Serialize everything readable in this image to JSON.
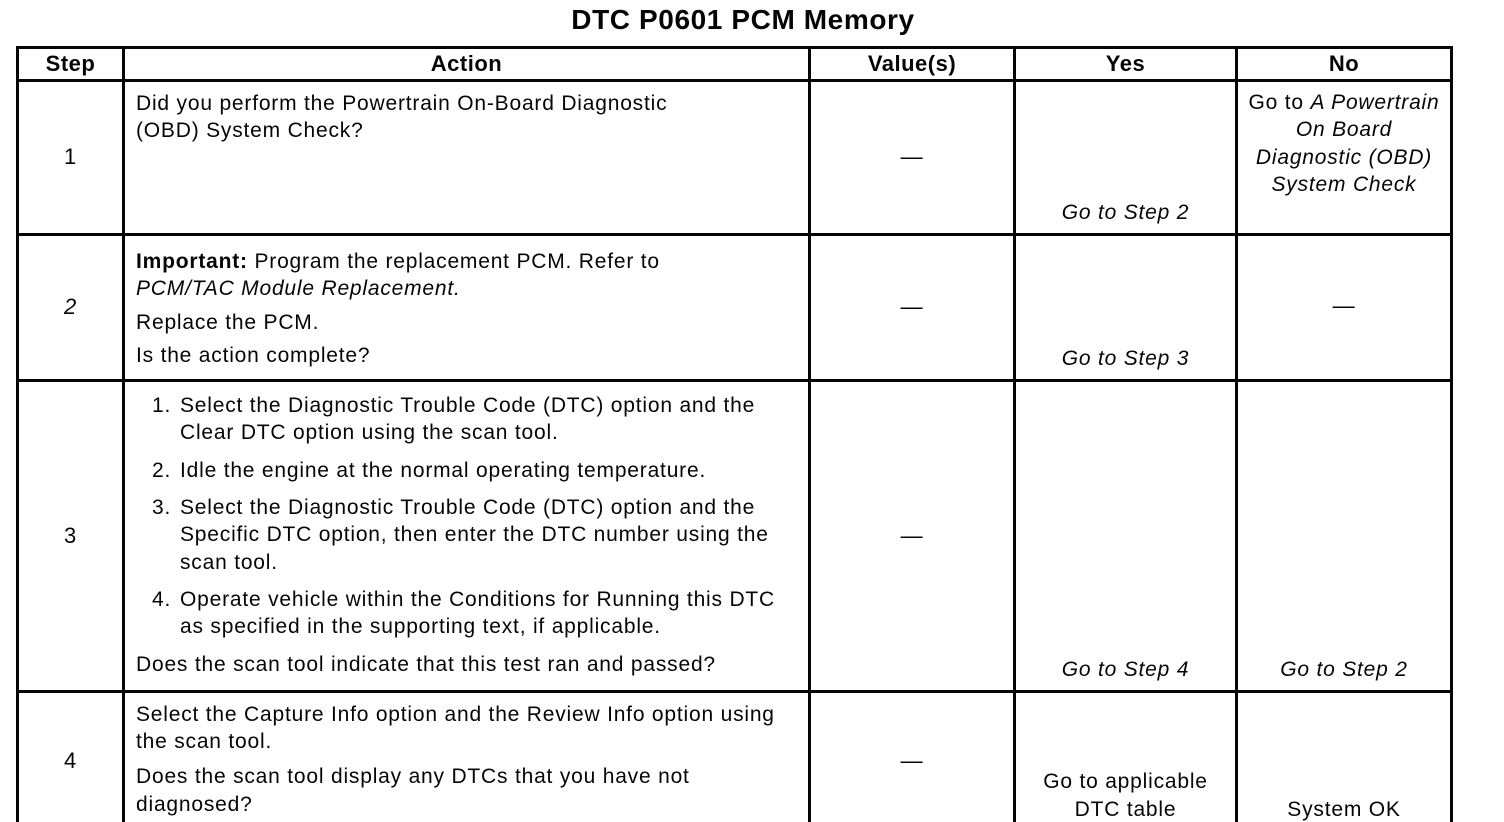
{
  "page_title": "DTC P0601 PCM Memory",
  "table": {
    "headers": {
      "step": "Step",
      "action": "Action",
      "values": "Value(s)",
      "yes": "Yes",
      "no": "No"
    },
    "rows": [
      {
        "step": "1",
        "action": {
          "question": "Did you perform the Powertrain On-Board Diagnostic (OBD) System Check?"
        },
        "value": "—",
        "yes": "Go to Step 2",
        "no": {
          "prefix": "Go to ",
          "reference": "A Powertrain On Board Diagnostic (OBD) System Check"
        }
      },
      {
        "step": "2",
        "action": {
          "important_label": "Important:",
          "important_rest": " Program the replacement PCM. Refer to ",
          "important_reference": "PCM/TAC Module Replacement.",
          "instruction": "Replace the PCM.",
          "question": "Is the action complete?"
        },
        "value": "—",
        "yes": "Go to Step 3",
        "no": "—"
      },
      {
        "step": "3",
        "action": {
          "list": [
            {
              "num": "1.",
              "text": "Select the Diagnostic Trouble Code (DTC) option and the Clear DTC option using the scan tool."
            },
            {
              "num": "2.",
              "text": "Idle the engine at the normal operating temperature."
            },
            {
              "num": "3.",
              "text": "Select the Diagnostic Trouble Code (DTC) option and the Specific DTC option, then enter the DTC number using the scan tool."
            },
            {
              "num": "4.",
              "text": "Operate vehicle within the Conditions for Running this DTC as specified in the supporting text, if applicable."
            }
          ],
          "question": "Does the scan tool indicate that this test ran and passed?"
        },
        "value": "—",
        "yes": "Go to Step 4",
        "no": "Go to Step 2"
      },
      {
        "step": "4",
        "action": {
          "instruction": "Select the Capture Info option and the Review Info option using the scan tool.",
          "question": "Does the scan tool display any DTCs that you have not diagnosed?"
        },
        "value": "—",
        "yes": "Go to applicable DTC table",
        "no": "System OK"
      }
    ]
  }
}
